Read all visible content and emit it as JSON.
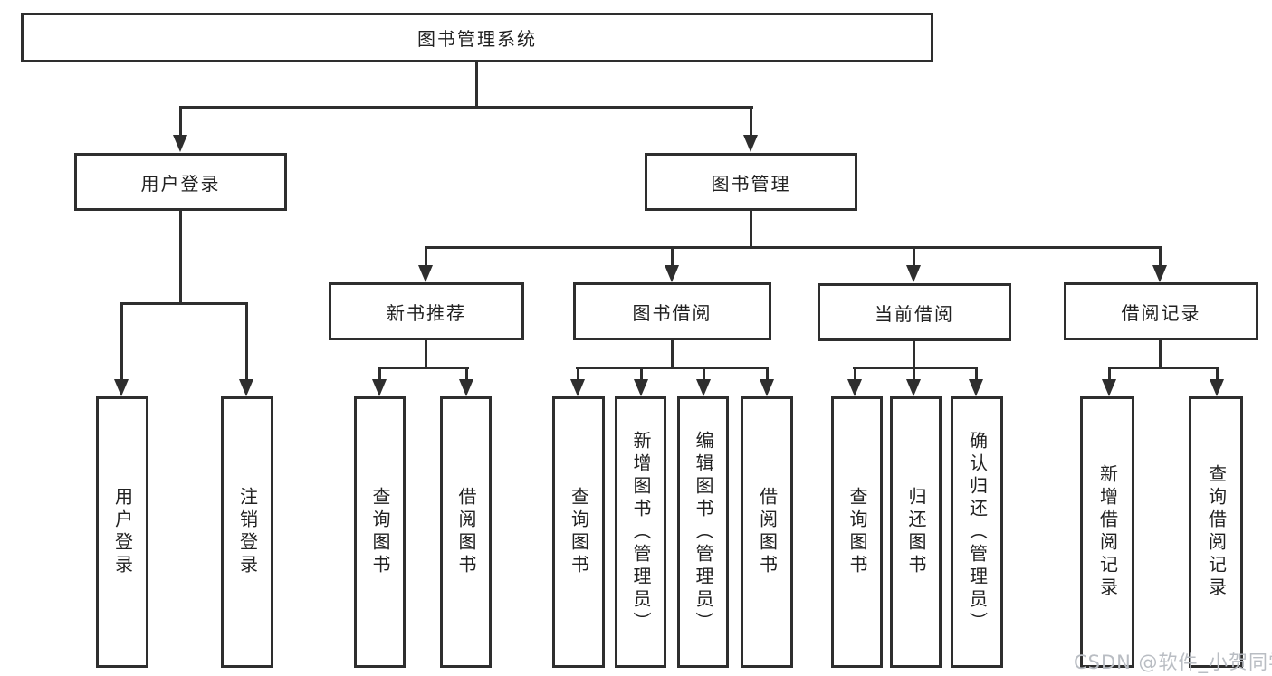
{
  "diagram_type": "functional-structure-tree",
  "tree": {
    "label": "图书管理系统",
    "children": [
      {
        "label": "用户登录",
        "children": [
          {
            "label": "用户登录"
          },
          {
            "label": "注销登录"
          }
        ]
      },
      {
        "label": "图书管理",
        "children": [
          {
            "label": "新书推荐",
            "children": [
              {
                "label": "查询图书"
              },
              {
                "label": "借阅图书"
              }
            ]
          },
          {
            "label": "图书借阅",
            "children": [
              {
                "label": "查询图书"
              },
              {
                "label": "新增图书（管理员）"
              },
              {
                "label": "编辑图书（管理员）"
              },
              {
                "label": "借阅图书"
              }
            ]
          },
          {
            "label": "当前借阅",
            "children": [
              {
                "label": "查询图书"
              },
              {
                "label": "归还图书"
              },
              {
                "label": "确认归还（管理员）"
              }
            ]
          },
          {
            "label": "借阅记录",
            "children": [
              {
                "label": "新增借阅记录"
              },
              {
                "label": "查询借阅记录"
              }
            ]
          }
        ]
      }
    ]
  },
  "watermark": {
    "text": "CSDN @软件_小贺同学",
    "color": "#b9bdc3"
  },
  "colors": {
    "line": "#2e2e2e",
    "text": "#212121",
    "background": "#ffffff"
  }
}
